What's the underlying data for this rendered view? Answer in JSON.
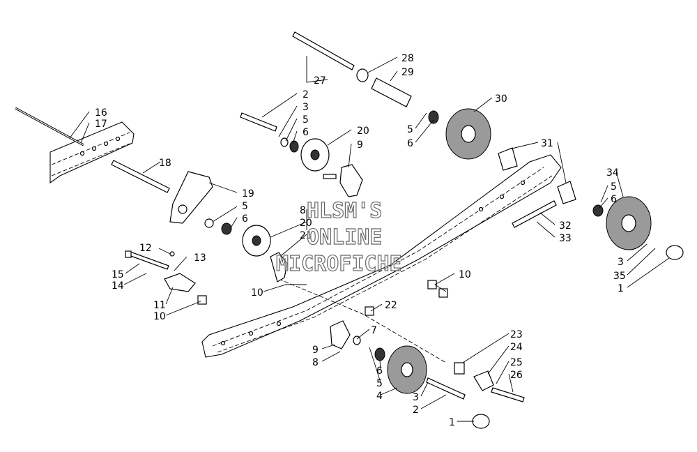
{
  "watermark": {
    "line1": "HLSM'S",
    "line2": "ONLINE",
    "line3": "MICROFICHE"
  },
  "callouts": [
    {
      "id": "c16",
      "label": "16"
    },
    {
      "id": "c17",
      "label": "17"
    },
    {
      "id": "c18",
      "label": "18"
    },
    {
      "id": "c19",
      "label": "19"
    },
    {
      "id": "c5a",
      "label": "5"
    },
    {
      "id": "c6a",
      "label": "6"
    },
    {
      "id": "c12",
      "label": "12"
    },
    {
      "id": "c13",
      "label": "13"
    },
    {
      "id": "c15",
      "label": "15"
    },
    {
      "id": "c14",
      "label": "14"
    },
    {
      "id": "c11",
      "label": "11"
    },
    {
      "id": "c10a",
      "label": "10"
    },
    {
      "id": "c2a",
      "label": "2"
    },
    {
      "id": "c3a",
      "label": "3"
    },
    {
      "id": "c5b",
      "label": "5"
    },
    {
      "id": "c6b",
      "label": "6"
    },
    {
      "id": "c20a",
      "label": "20"
    },
    {
      "id": "c9a",
      "label": "9"
    },
    {
      "id": "c8a",
      "label": "8"
    },
    {
      "id": "c20b",
      "label": "20"
    },
    {
      "id": "c21",
      "label": "21"
    },
    {
      "id": "c27",
      "label": "27"
    },
    {
      "id": "c28",
      "label": "28"
    },
    {
      "id": "c29",
      "label": "29"
    },
    {
      "id": "c30",
      "label": "30"
    },
    {
      "id": "c5c",
      "label": "5"
    },
    {
      "id": "c6c",
      "label": "6"
    },
    {
      "id": "c31",
      "label": "31"
    },
    {
      "id": "c34",
      "label": "34"
    },
    {
      "id": "c5d",
      "label": "5"
    },
    {
      "id": "c6d",
      "label": "6"
    },
    {
      "id": "c32",
      "label": "32"
    },
    {
      "id": "c33",
      "label": "33"
    },
    {
      "id": "c3b",
      "label": "3"
    },
    {
      "id": "c35",
      "label": "35"
    },
    {
      "id": "c1a",
      "label": "1"
    },
    {
      "id": "c10b",
      "label": "10"
    },
    {
      "id": "c10c",
      "label": "10"
    },
    {
      "id": "c22",
      "label": "22"
    },
    {
      "id": "c7",
      "label": "7"
    },
    {
      "id": "c9b",
      "label": "9"
    },
    {
      "id": "c8b",
      "label": "8"
    },
    {
      "id": "c6e",
      "label": "6"
    },
    {
      "id": "c5e",
      "label": "5"
    },
    {
      "id": "c4",
      "label": "4"
    },
    {
      "id": "c3c",
      "label": "3"
    },
    {
      "id": "c2b",
      "label": "2"
    },
    {
      "id": "c1b",
      "label": "1"
    },
    {
      "id": "c23",
      "label": "23"
    },
    {
      "id": "c24",
      "label": "24"
    },
    {
      "id": "c25",
      "label": "25"
    },
    {
      "id": "c26",
      "label": "26"
    }
  ]
}
